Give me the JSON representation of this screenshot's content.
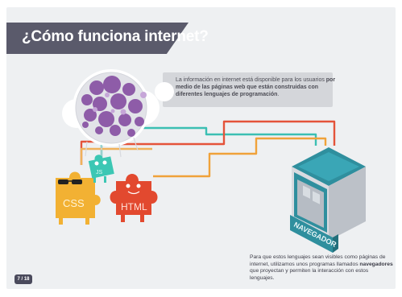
{
  "slide": {
    "title": "¿Cómo funciona internet?",
    "info_text_part1": "La información en internet está disponible para los usuarios ",
    "info_text_bold": "por medio de las páginas web que están construidas con diferentes lenguajes de programación",
    "info_text_end": ".",
    "bottom_text_part1": "Para que estos lenguajes sean visibles como páginas de internet, utilizamos unos programas llamados ",
    "bottom_text_bold": "navegadores",
    "bottom_text_part2": " que proyectan y permiten la interacción con estos lenguajes.",
    "page_indicator": "7 / 18"
  },
  "illustration": {
    "browser_label": "NAVEGADOR",
    "css_label": "CSS",
    "html_label": "HTML",
    "js_label": "JS"
  },
  "colors": {
    "banner": "#5a5a6b",
    "navigator": "#2f8f9e",
    "cloud_purple": "#8e5ca8",
    "css": "#f2b133",
    "html": "#e2492f",
    "js": "#3cc7b4",
    "line_red": "#e4533a",
    "line_orange": "#f0a23a",
    "line_teal": "#3bbfb3"
  }
}
